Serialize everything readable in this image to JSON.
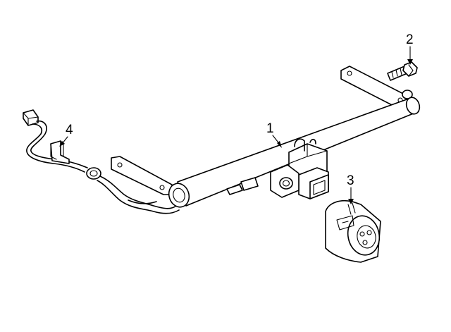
{
  "callouts": [
    {
      "id": "tube",
      "label": "1"
    },
    {
      "id": "bolt",
      "label": "2"
    },
    {
      "id": "socket",
      "label": "3"
    },
    {
      "id": "harness",
      "label": "4"
    }
  ]
}
